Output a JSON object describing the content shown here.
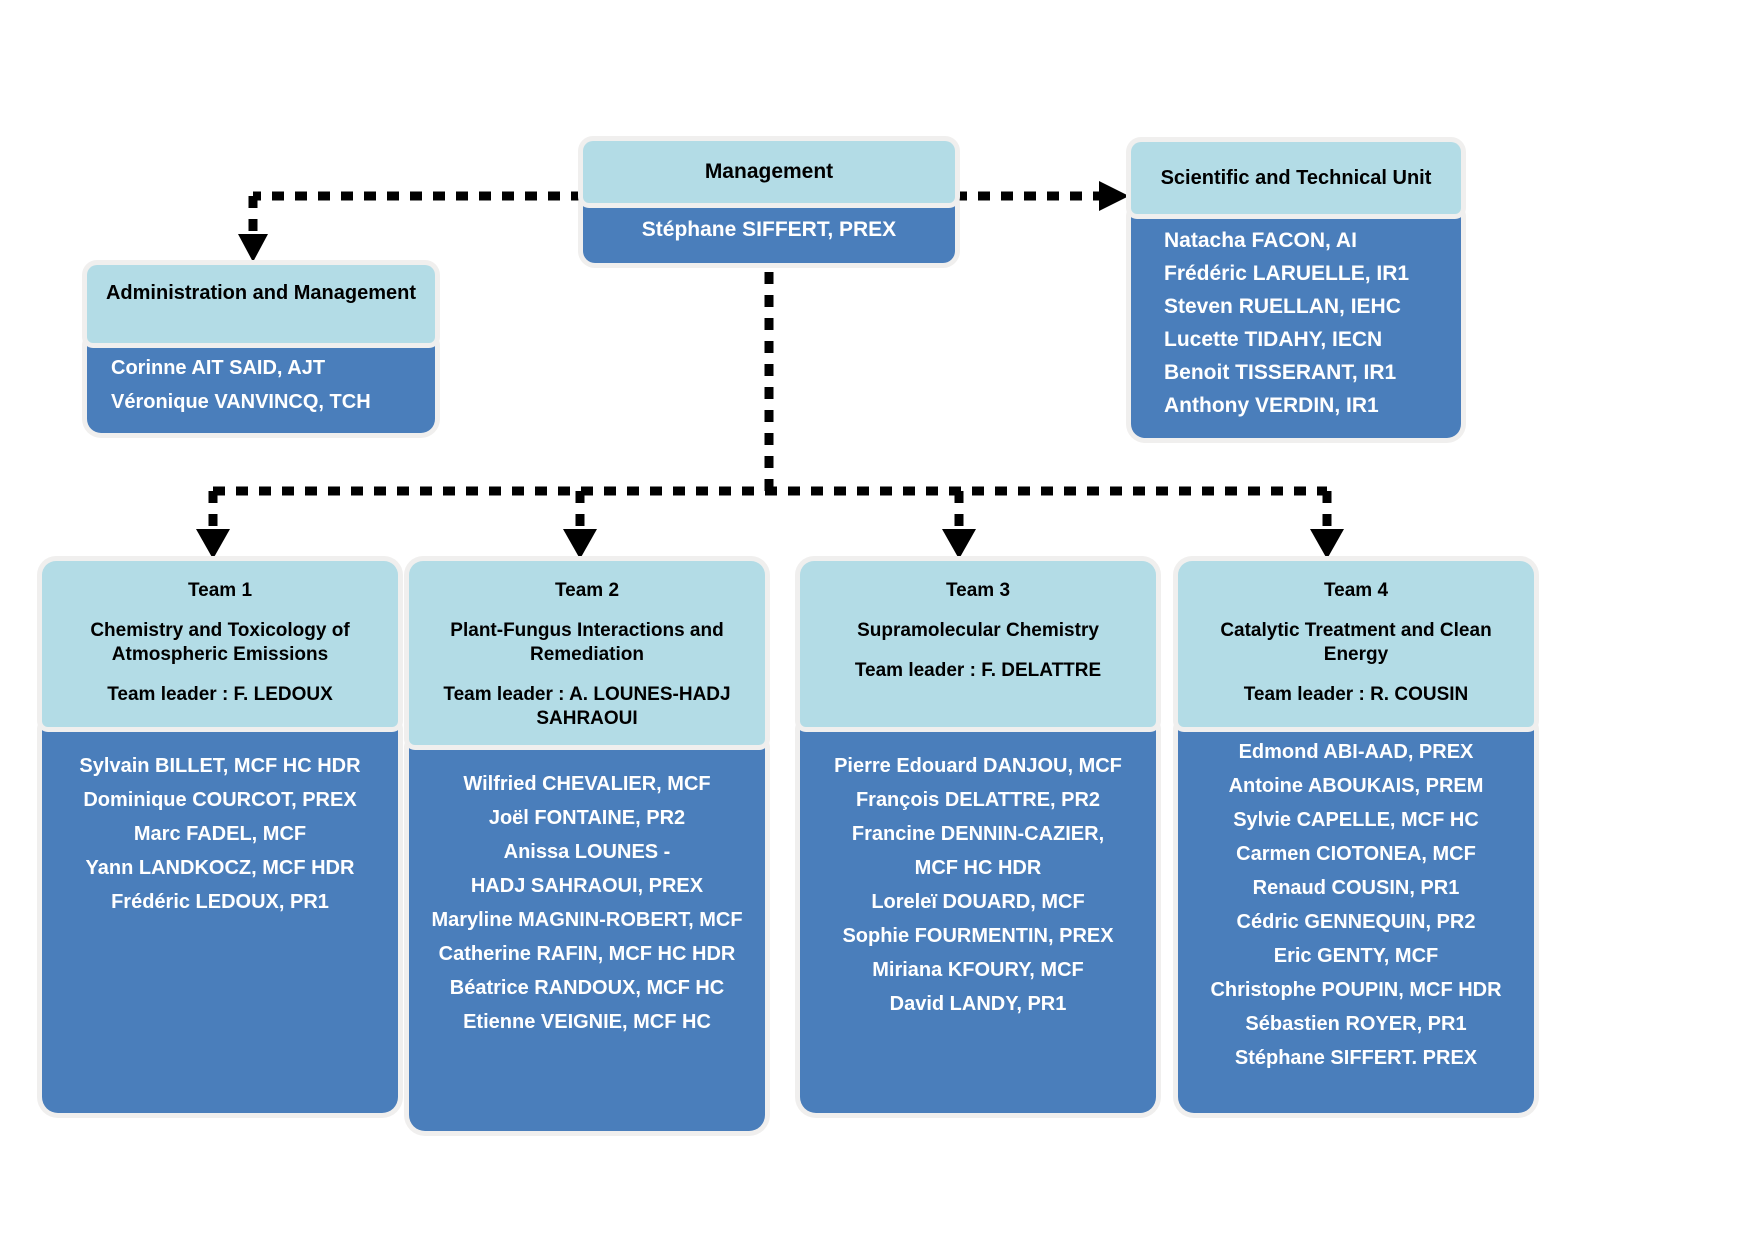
{
  "management": {
    "title": "Management",
    "person": "Stéphane SIFFERT, PREX"
  },
  "scientific_technical_unit": {
    "title": "Scientific and Technical Unit",
    "members": [
      "Natacha FACON, AI",
      "Frédéric LARUELLE, IR1",
      "Steven RUELLAN, IEHC",
      "Lucette TIDAHY, IECN",
      "Benoit TISSERANT, IR1",
      "Anthony VERDIN, IR1"
    ]
  },
  "administration": {
    "title": "Administration and Management",
    "members": [
      "Corinne AIT SAID, AJT",
      "Véronique VANVINCQ, TCH"
    ]
  },
  "teams": [
    {
      "number": "Team 1",
      "title": "Chemistry and Toxicology of Atmospheric Emissions",
      "leader": "Team leader : F. LEDOUX",
      "members": [
        "Sylvain BILLET, MCF HC HDR",
        "Dominique COURCOT, PREX",
        "Marc FADEL, MCF",
        "Yann LANDKOCZ, MCF HDR",
        "Frédéric LEDOUX, PR1"
      ]
    },
    {
      "number": "Team 2",
      "title": "Plant-Fungus Interactions and Remediation",
      "leader": "Team leader : A. LOUNES-HADJ SAHRAOUI",
      "members": [
        "Wilfried CHEVALIER, MCF",
        "Joël FONTAINE, PR2",
        "Anissa LOUNES -",
        "HADJ SAHRAOUI, PREX",
        "Maryline MAGNIN-ROBERT, MCF",
        "Catherine RAFIN,  MCF HC HDR",
        "Béatrice RANDOUX, MCF HC",
        "Etienne VEIGNIE, MCF HC"
      ]
    },
    {
      "number": "Team 3",
      "title": "Supramolecular Chemistry",
      "leader": "Team leader : F. DELATTRE",
      "members": [
        "Pierre Edouard DANJOU, MCF",
        "François DELATTRE, PR2",
        "Francine DENNIN-CAZIER,",
        "MCF HC HDR",
        "Loreleï DOUARD, MCF",
        "Sophie FOURMENTIN, PREX",
        "Miriana KFOURY, MCF",
        "David LANDY, PR1"
      ]
    },
    {
      "number": "Team 4",
      "title": "Catalytic Treatment and Clean Energy",
      "leader": "Team leader : R. COUSIN",
      "members": [
        "Edmond ABI-AAD, PREX",
        "Antoine ABOUKAIS, PREM",
        "Sylvie CAPELLE, MCF HC",
        "Carmen CIOTONEA, MCF",
        "Renaud COUSIN, PR1",
        "Cédric GENNEQUIN, PR2",
        "Eric GENTY, MCF",
        "Christophe POUPIN, MCF HDR",
        "Sébastien ROYER, PR1",
        "Stéphane SIFFERT. PREX"
      ]
    }
  ],
  "colors": {
    "header_blue": "#b3dce6",
    "body_blue": "#4a7ebb",
    "outline": "#f0efee",
    "connector": "#000000"
  }
}
